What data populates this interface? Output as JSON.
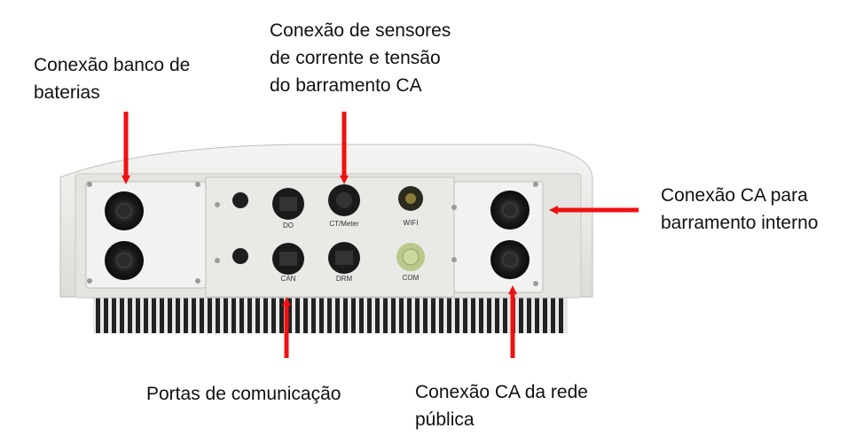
{
  "labels": {
    "battery": "Conexão banco de\nbaterias",
    "sensors": "Conexão de sensores\nde corrente e tensão\ndo barramento CA",
    "ac_internal": "Conexão CA para\nbarramento interno",
    "comm_ports": "Portas de comunicação",
    "ac_grid": "Conexão CA da rede\npública"
  },
  "ports": {
    "do": "DO",
    "ct_meter": "CT/Meter",
    "wifi": "WIFI",
    "can": "CAN",
    "drm": "DRM",
    "com": "COM"
  },
  "colors": {
    "arrow": "#ee1111",
    "housing": "#ececea",
    "heatsink": "#222222"
  }
}
